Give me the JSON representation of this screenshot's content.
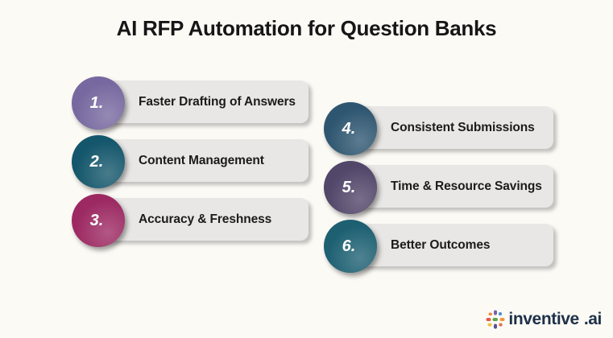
{
  "title": "AI RFP Automation for Question Banks",
  "items": [
    {
      "number": "1.",
      "label": "Faster Drafting of Answers",
      "circle_color": "#77689f"
    },
    {
      "number": "2.",
      "label": "Content Management",
      "circle_color": "#14566b"
    },
    {
      "number": "3.",
      "label": "Accuracy & Freshness",
      "circle_color": "#9c2962"
    },
    {
      "number": "4.",
      "label": "Consistent Submissions",
      "circle_color": "#2e5670"
    },
    {
      "number": "5.",
      "label": "Time & Resource Savings",
      "circle_color": "#524669"
    },
    {
      "number": "6.",
      "label": "Better Outcomes",
      "circle_color": "#1d6072"
    }
  ],
  "logo": {
    "text": "inventive",
    "suffix": ".ai",
    "icon": "colorful-asterisk-icon",
    "wordmark_color": "#1d3049"
  },
  "colors": {
    "background": "#fcfaf5",
    "bar": "#e8e7e5",
    "title_text": "#161616",
    "bar_text": "#1b1b1b"
  }
}
